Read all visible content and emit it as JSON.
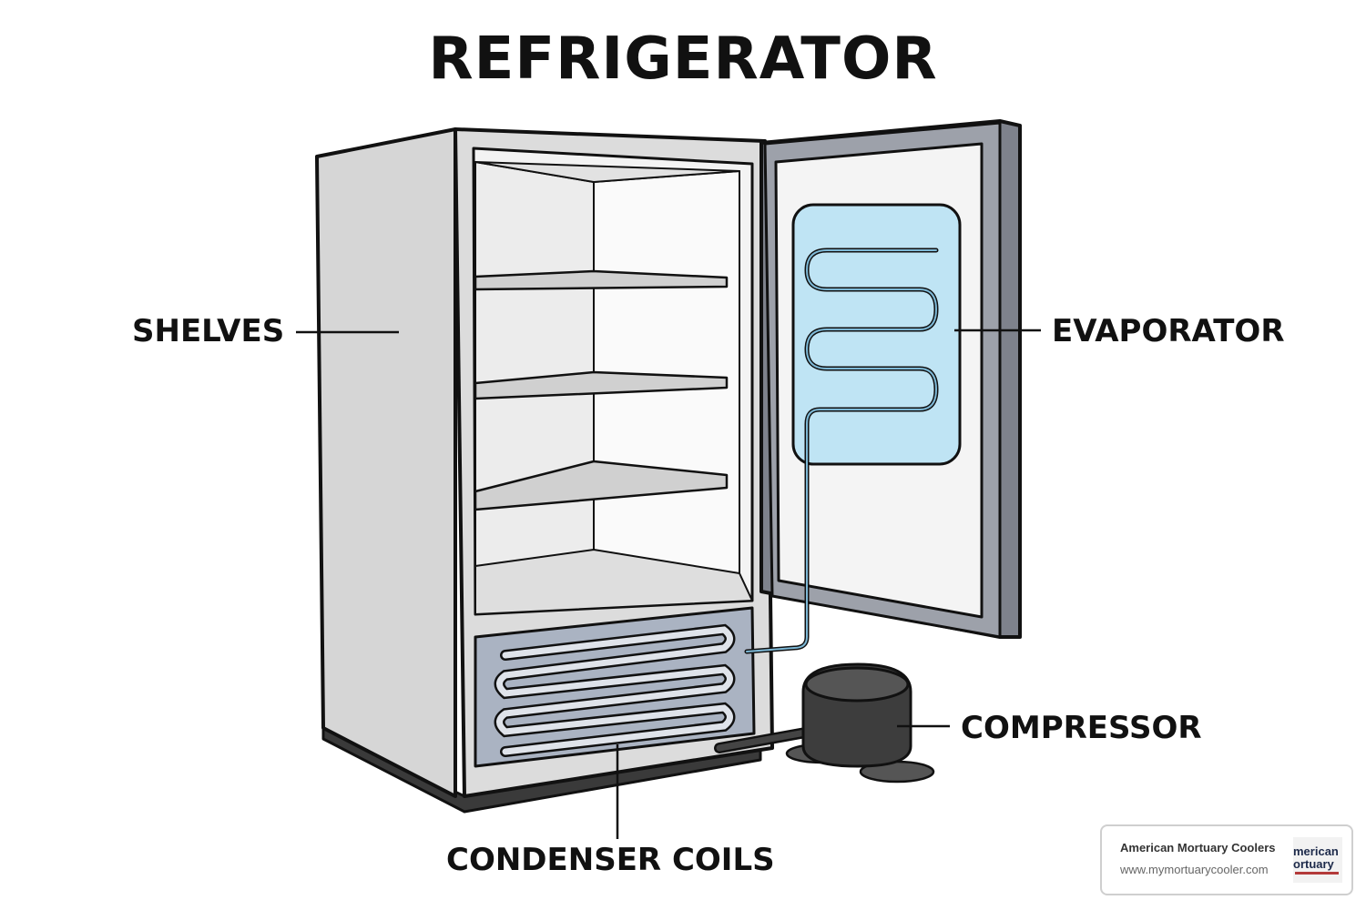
{
  "title": "REFRIGERATOR",
  "labels": {
    "shelves": "SHELVES",
    "evaporator": "EVAPORATOR",
    "compressor": "COMPRESSOR",
    "condenser_coils": "CONDENSER COILS"
  },
  "brand": {
    "name": "American Mortuary Coolers",
    "url": "www.mymortuarycooler.com",
    "logo_text_1": "merican",
    "logo_text_2": "ortuary"
  },
  "colors": {
    "cabinet": "#d4d4d4",
    "interior": "#f2f2f2",
    "door_frame": "#8a8d96",
    "evaporator_panel": "#bfe4f4",
    "condenser_panel": "#aab3c2",
    "compressor": "#3d3d3d",
    "text": "#111111"
  }
}
